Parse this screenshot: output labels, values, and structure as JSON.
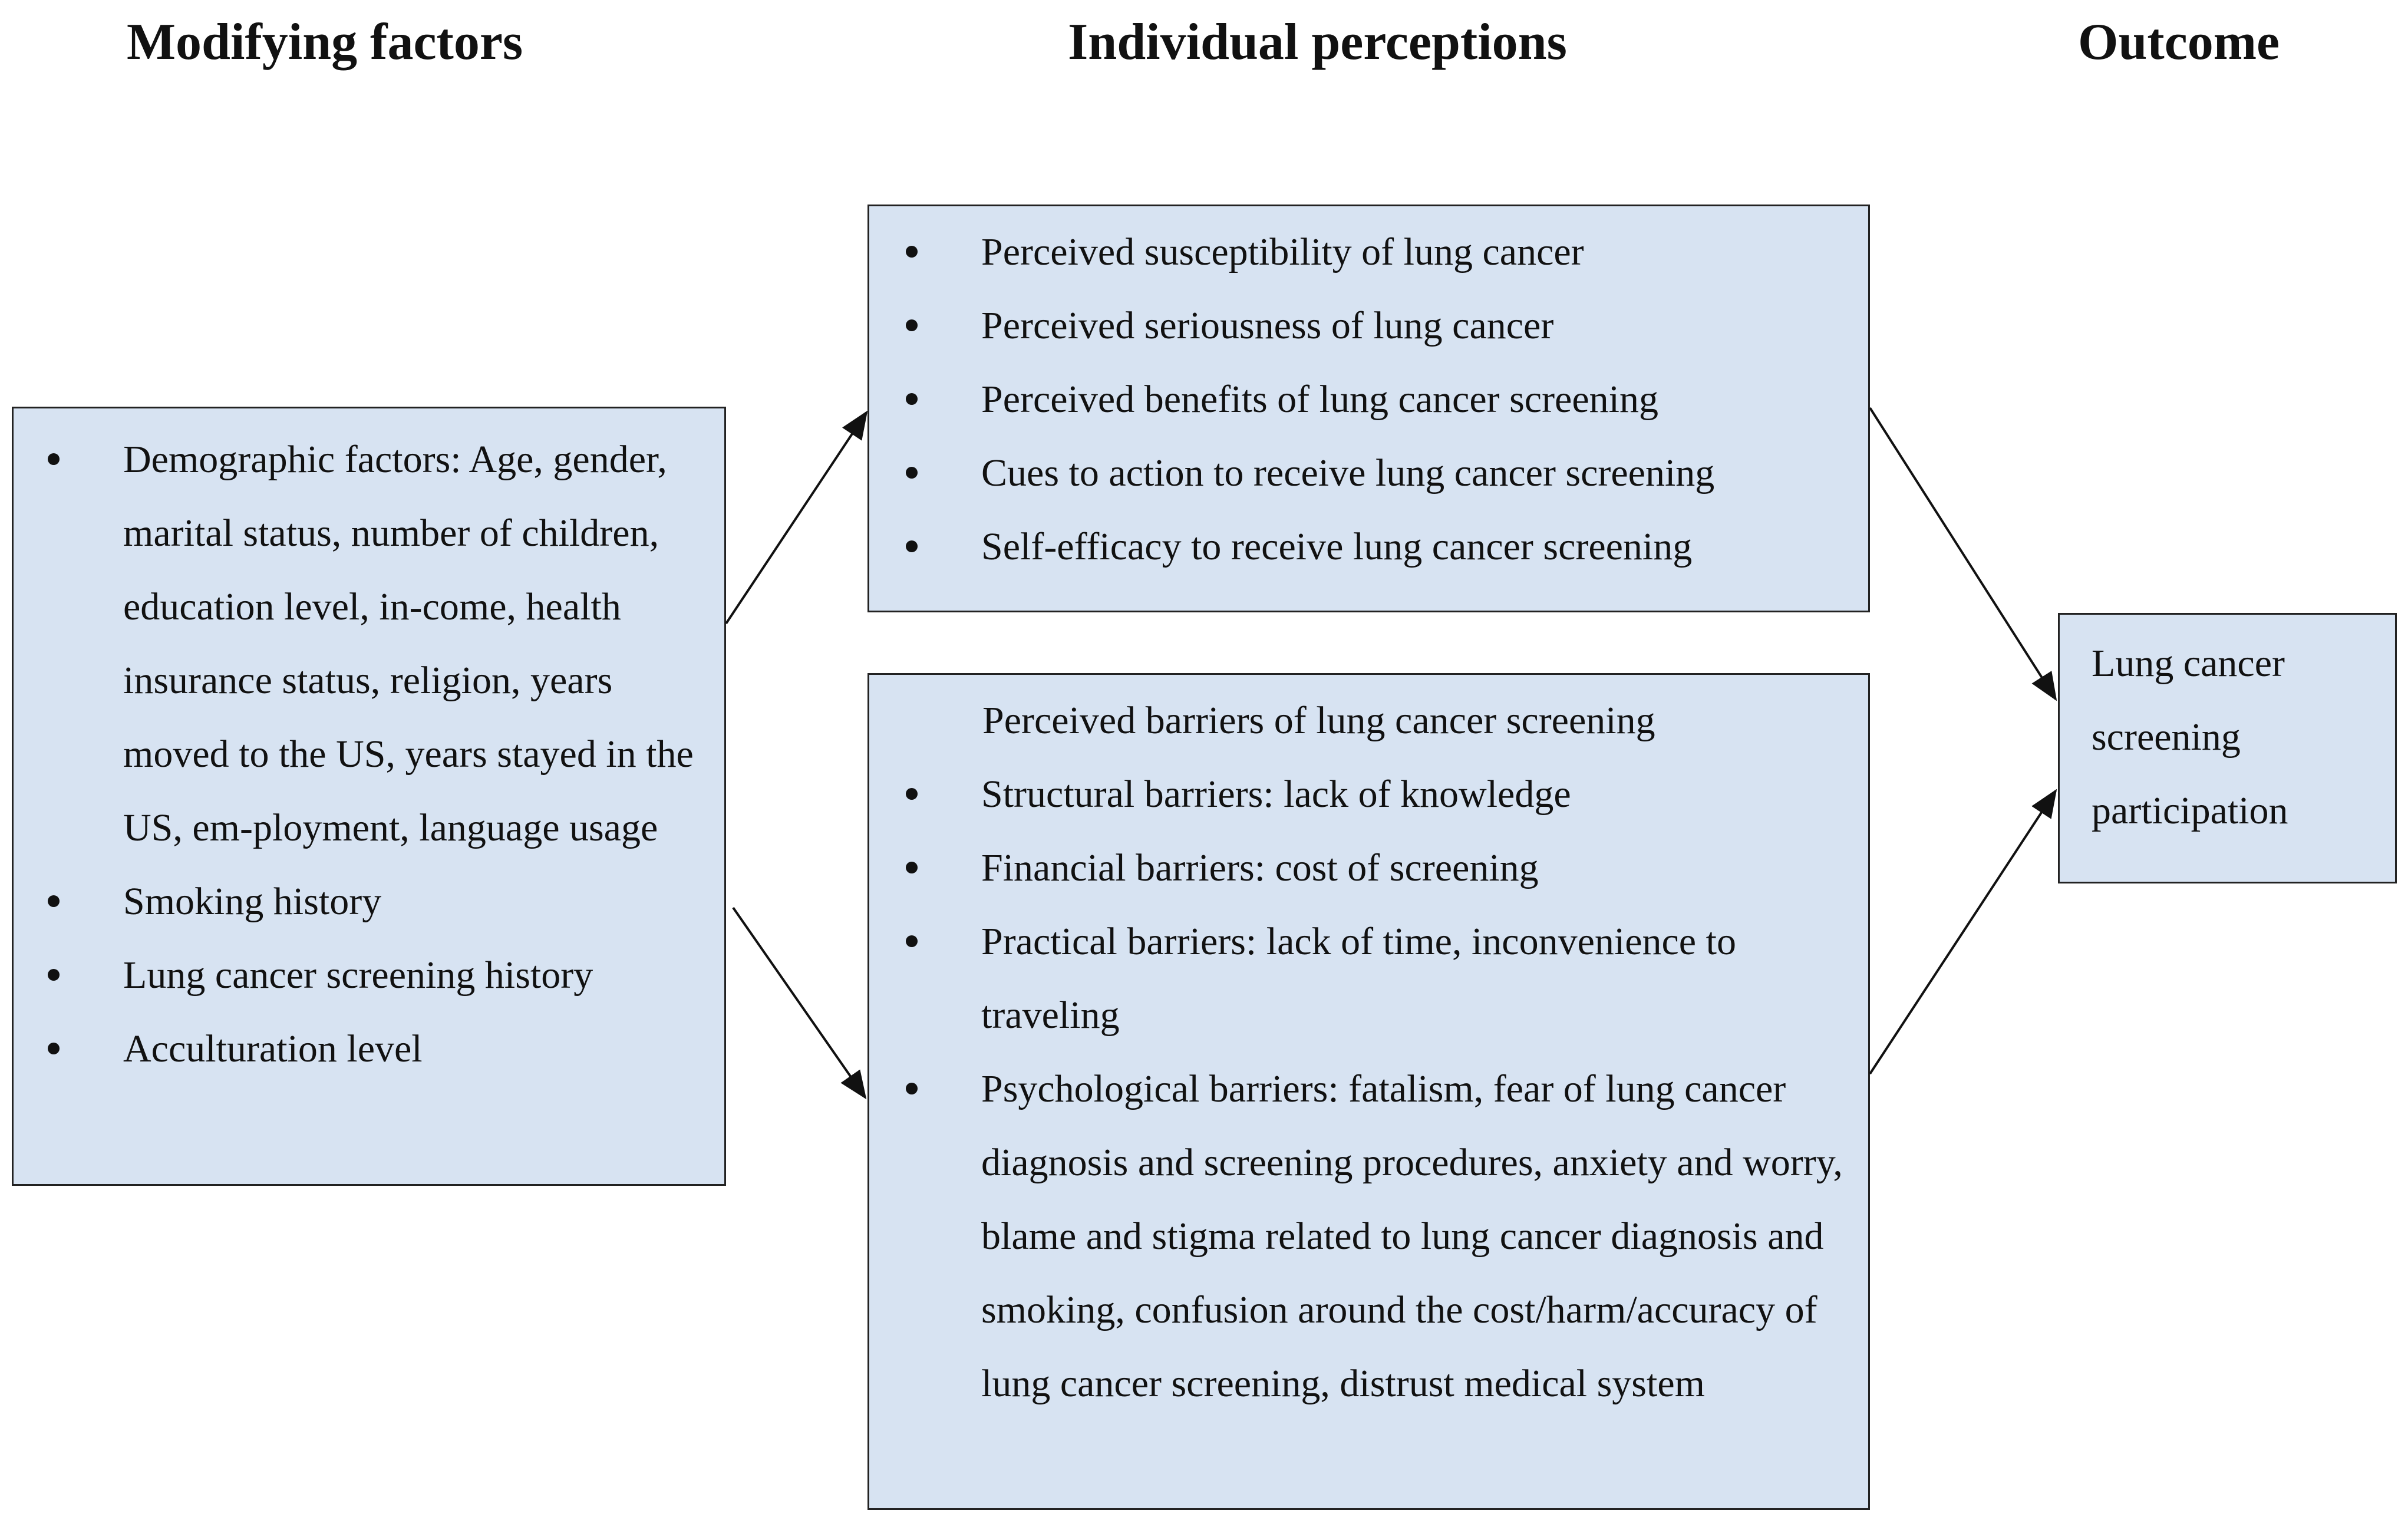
{
  "headings": {
    "modifying": "Modifying factors",
    "individual": "Individual perceptions",
    "outcome": "Outcome"
  },
  "modifying_factors": {
    "items": [
      "Demographic factors: Age, gender, marital status, number of children, education level, in-come, health insurance status, religion, years moved to the US, years stayed in the US, em-ployment, language usage",
      "Smoking history",
      "Lung cancer screening history",
      "Acculturation level"
    ]
  },
  "perceptions": {
    "items": [
      "Perceived susceptibility of lung cancer",
      "Perceived seriousness of lung cancer",
      "Perceived benefits of lung cancer screening",
      "Cues to action to receive lung cancer screening",
      "Self-efficacy to receive lung cancer screening"
    ]
  },
  "barriers": {
    "intro": "Perceived barriers of lung cancer screening",
    "items": [
      "Structural barriers: lack of knowledge",
      "Financial barriers: cost of screening",
      "Practical barriers: lack of time, inconvenience to traveling",
      "Psychological barriers: fatalism, fear of lung cancer diagnosis and screening procedures, anxiety and worry, blame and stigma related to lung cancer diagnosis and smoking, confusion around the cost/harm/accuracy of lung cancer screening, distrust medical system"
    ]
  },
  "outcome": {
    "text": "Lung cancer screening participation"
  },
  "colors": {
    "box_fill": "#d7e3f2",
    "border": "#222222",
    "text": "#111111"
  }
}
